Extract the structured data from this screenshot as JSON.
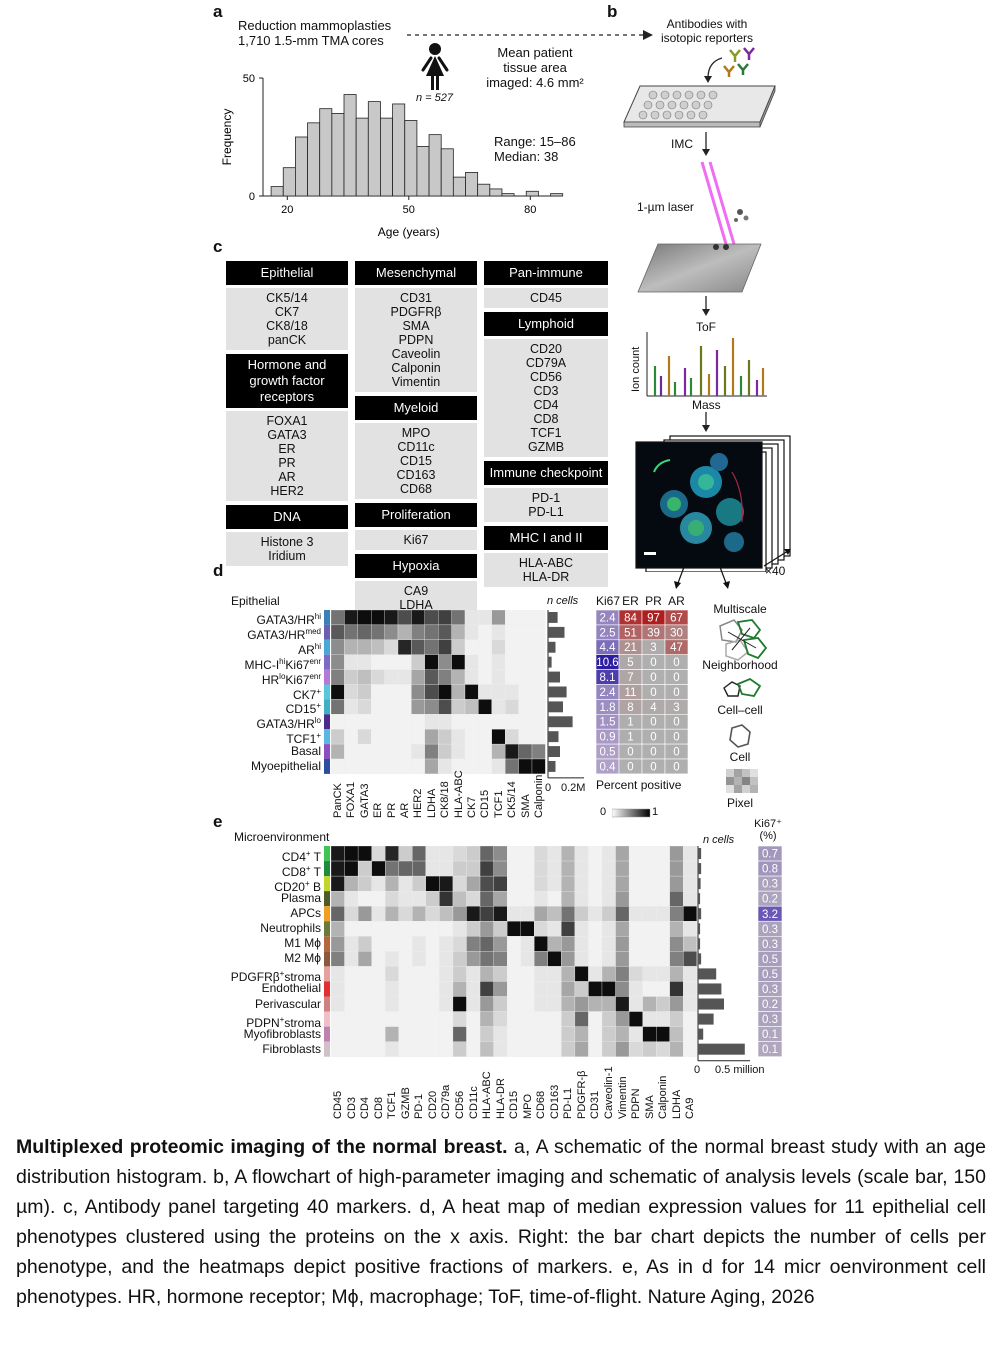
{
  "panel_a": {
    "label": "a",
    "cohort_line1": "Reduction mammoplasties",
    "cohort_line2": "1,710 1.5-mm TMA cores",
    "n_label": "n = 527",
    "tissue_line1": "Mean patient",
    "tissue_line2": "tissue area",
    "tissue_line3": "imaged: 4.6 mm²",
    "range_text": "Range: 15–86",
    "median_text": "Median: 38"
  },
  "panel_b": {
    "label": "b",
    "antibodies_line1": "Antibodies with",
    "antibodies_line2": "isotopic reporters",
    "imc": "IMC",
    "laser": "1-µm laser",
    "tof": "ToF",
    "ion_count": "Ion count",
    "mass": "Mass",
    "x40": "×40",
    "levels": [
      "Multiscale",
      "Neighborhood",
      "Cell–cell",
      "Cell",
      "Pixel"
    ]
  },
  "panel_c": {
    "label": "c",
    "columns": [
      [
        {
          "header": "Epithelial",
          "markers": [
            "CK5/14",
            "CK7",
            "CK8/18",
            "panCK"
          ]
        },
        {
          "header": "Hormone and growth factor receptors",
          "markers": [
            "FOXA1",
            "GATA3",
            "ER",
            "PR",
            "AR",
            "HER2"
          ]
        },
        {
          "header": "DNA",
          "markers": [
            "Histone 3",
            "Iridium"
          ]
        }
      ],
      [
        {
          "header": "Mesenchymal",
          "markers": [
            "CD31",
            "PDGFRβ",
            "SMA",
            "PDPN",
            "Caveolin",
            "Calponin",
            "Vimentin"
          ]
        },
        {
          "header": "Myeloid",
          "markers": [
            "MPO",
            "CD11c",
            "CD15",
            "CD163",
            "CD68"
          ]
        },
        {
          "header": "Proliferation",
          "markers": [
            "Ki67"
          ]
        },
        {
          "header": "Hypoxia",
          "markers": [
            "CA9",
            "LDHA"
          ]
        }
      ],
      [
        {
          "header": "Pan-immune",
          "markers": [
            "CD45"
          ]
        },
        {
          "header": "Lymphoid",
          "markers": [
            "CD20",
            "CD79A",
            "CD56",
            "CD3",
            "CD4",
            "CD8",
            "TCF1",
            "GZMB"
          ]
        },
        {
          "header": "Immune checkpoint",
          "markers": [
            "PD-1",
            "PD-L1"
          ]
        },
        {
          "header": "MHC I and II",
          "markers": [
            "HLA-ABC",
            "HLA-DR"
          ]
        }
      ]
    ]
  },
  "panel_d": {
    "label": "d",
    "group_title": "Epithelial",
    "ncells_title": "n cells",
    "bar_ticks": [
      "0",
      "0.2M"
    ],
    "pct_headers": [
      "Ki67",
      "ER",
      "PR",
      "AR"
    ],
    "pct_title": "Percent positive",
    "scale_ticks": [
      "0",
      "1"
    ]
  },
  "panel_e": {
    "label": "e",
    "group_title": "Microenvironment",
    "ncells_title": "n cells",
    "bar_ticks": [
      "0",
      "0.5 million"
    ],
    "ki67_title": "Ki67⁺ (%)"
  },
  "caption": {
    "bold_lead": "Multiplexed proteomic imaging of the normal breast.",
    "text": " a, A schematic of the normal breast study with an age distribution histogram. b, A flowchart of high-parameter imaging and schematic of analysis levels (scale bar, 150 µm). c, Antibody panel targeting 40 markers. d, A heat map of median expression values for 11 epithelial cell phenotypes clustered using the proteins on the x axis. Right: the bar chart depicts the number of cells per phenotype, and the heatmaps depict positive fractions of markers. e, As in d for 14 micr oenvironment cell phenotypes. HR, hormone receptor; Mϕ, macrophage; ToF, time-of-flight. Nature Aging, 2026"
  },
  "chart_data": [
    {
      "type": "bar",
      "xlabel": "Age (years)",
      "ylabel": "Frequency",
      "xticks": [
        20,
        50,
        80
      ],
      "yticks": [
        0,
        50
      ],
      "ylim": [
        0,
        50
      ],
      "bin_starts": [
        16,
        19,
        22,
        25,
        28,
        31,
        34,
        37,
        40,
        43,
        46,
        49,
        52,
        55,
        58,
        61,
        64,
        67,
        70,
        73,
        76,
        79,
        82,
        85
      ],
      "values": [
        4,
        12,
        25,
        31,
        37,
        35,
        43,
        33,
        40,
        33,
        39,
        32,
        21,
        26,
        20,
        8,
        10,
        5,
        3,
        1,
        0,
        2,
        0,
        1
      ]
    },
    {
      "type": "heatmap",
      "title": "Epithelial",
      "rows": [
        "GATA3/HR hi",
        "GATA3/HR med",
        "AR hi",
        "MHC-I hi Ki67 enr",
        "HR lo Ki67 enr",
        "CK7+",
        "CD15+",
        "GATA3/HR lo",
        "TCF1+",
        "Basal",
        "Myoepithelial"
      ],
      "row_colors": [
        "#3a7fb8",
        "#6a5fb0",
        "#49a8d8",
        "#7c6ac4",
        "#b479d4",
        "#58c8d8",
        "#3fb0c4",
        "#4b2c8c",
        "#5ab7e0",
        "#8b4fc4",
        "#2d4ea0"
      ],
      "cols": [
        "PanCK",
        "FOXA1",
        "GATA3",
        "ER",
        "PR",
        "AR",
        "HER2",
        "LDHA",
        "CK8/18",
        "HLA-ABC",
        "CK7",
        "CD15",
        "TCF1",
        "CK5/14",
        "SMA",
        "Calponin"
      ],
      "values": [
        [
          0.55,
          0.9,
          0.95,
          0.95,
          0.9,
          0.7,
          0.9,
          0.7,
          0.75,
          0.55,
          0.1,
          0.1,
          0.4,
          0.05,
          0.05,
          0.05
        ],
        [
          0.65,
          0.55,
          0.6,
          0.55,
          0.45,
          0.3,
          0.5,
          0.55,
          0.65,
          0.3,
          0.1,
          0.05,
          0.1,
          0.05,
          0.05,
          0.05
        ],
        [
          0.45,
          0.3,
          0.3,
          0.25,
          0.15,
          0.85,
          0.65,
          0.55,
          0.75,
          0.2,
          0.05,
          0.05,
          0.15,
          0.05,
          0.05,
          0.05
        ],
        [
          0.45,
          0.1,
          0.1,
          0.05,
          0.05,
          0.05,
          0.2,
          0.95,
          0.45,
          0.95,
          0.1,
          0.05,
          0.1,
          0.05,
          0.05,
          0.05
        ],
        [
          0.5,
          0.2,
          0.25,
          0.15,
          0.1,
          0.1,
          0.35,
          0.65,
          0.5,
          0.3,
          0.1,
          0.05,
          0.1,
          0.05,
          0.05,
          0.05
        ],
        [
          0.95,
          0.15,
          0.2,
          0.05,
          0.05,
          0.05,
          0.45,
          0.7,
          0.95,
          0.3,
          0.95,
          0.1,
          0.1,
          0.1,
          0.05,
          0.05
        ],
        [
          0.55,
          0.1,
          0.15,
          0.05,
          0.05,
          0.05,
          0.4,
          0.45,
          0.7,
          0.2,
          0.25,
          0.95,
          0.1,
          0.15,
          0.05,
          0.05
        ],
        [
          0.05,
          0.05,
          0.05,
          0.05,
          0.05,
          0.05,
          0.05,
          0.1,
          0.1,
          0.05,
          0.05,
          0.05,
          0.05,
          0.05,
          0.05,
          0.05
        ],
        [
          0.2,
          0.05,
          0.15,
          0.05,
          0.05,
          0.05,
          0.05,
          0.35,
          0.2,
          0.1,
          0.05,
          0.05,
          0.95,
          0.15,
          0.05,
          0.05
        ],
        [
          0.3,
          0.05,
          0.05,
          0.05,
          0.05,
          0.05,
          0.1,
          0.5,
          0.2,
          0.1,
          0.05,
          0.05,
          0.3,
          0.9,
          0.6,
          0.5
        ],
        [
          0.05,
          0.05,
          0.05,
          0.05,
          0.05,
          0.05,
          0.05,
          0.35,
          0.1,
          0.05,
          0.05,
          0.05,
          0.1,
          0.55,
          0.95,
          0.95
        ]
      ],
      "n_cells_rel": [
        0.32,
        0.55,
        0.25,
        0.12,
        0.4,
        0.62,
        0.5,
        0.82,
        0.35,
        0.4,
        0.25
      ],
      "percent_positive": [
        [
          2.4,
          84,
          97,
          67
        ],
        [
          2.5,
          51,
          39,
          30
        ],
        [
          4.4,
          21,
          3,
          47
        ],
        [
          10.6,
          5,
          0,
          0
        ],
        [
          8.1,
          7,
          0,
          0
        ],
        [
          2.4,
          11,
          0,
          0
        ],
        [
          1.8,
          8,
          4,
          3
        ],
        [
          1.5,
          1,
          0,
          0
        ],
        [
          0.9,
          1,
          0,
          0
        ],
        [
          0.5,
          0,
          0,
          0
        ],
        [
          0.4,
          0,
          0,
          0
        ]
      ],
      "scale": [
        0,
        1
      ]
    },
    {
      "type": "heatmap",
      "title": "Microenvironment",
      "rows": [
        "CD4+ T",
        "CD8+ T",
        "CD20+ B",
        "Plasma",
        "APCs",
        "Neutrophils",
        "M1 Mϕ",
        "M2 Mϕ",
        "PDGFRβ+stroma",
        "Endothelial",
        "Perivascular",
        "PDPN+stroma",
        "Myofibroblasts",
        "Fibroblasts"
      ],
      "row_colors": [
        "#3ec454",
        "#1e8c3a",
        "#c2d52a",
        "#4f5a26",
        "#f0a020",
        "#6a7a3a",
        "#b4663c",
        "#8a5a3c",
        "#e6a0a0",
        "#e03030",
        "#d08080",
        "#f0c0c8",
        "#c080b0",
        "#d0c0c8"
      ],
      "cols": [
        "CD45",
        "CD3",
        "CD4",
        "CD8",
        "TCF1",
        "GZMB",
        "PD-1",
        "CD20",
        "CD79a",
        "CD56",
        "CD11c",
        "HLA-ABC",
        "HLA-DR",
        "CD15",
        "MPO",
        "CD68",
        "CD163",
        "PD-L1",
        "PDGFR-β",
        "CD31",
        "Caveolin-1",
        "Vimentin",
        "PDPN",
        "SMA",
        "Calponin",
        "LDHA",
        "CA9"
      ],
      "values": [
        [
          0.9,
          0.95,
          0.95,
          0.15,
          0.85,
          0.2,
          0.6,
          0.1,
          0.1,
          0.15,
          0.2,
          0.6,
          0.45,
          0.05,
          0.05,
          0.15,
          0.1,
          0.3,
          0.1,
          0.05,
          0.1,
          0.35,
          0.05,
          0.05,
          0.05,
          0.4,
          0.1
        ],
        [
          0.9,
          0.95,
          0.2,
          0.95,
          0.55,
          0.6,
          0.6,
          0.1,
          0.1,
          0.2,
          0.2,
          0.75,
          0.45,
          0.05,
          0.05,
          0.15,
          0.1,
          0.3,
          0.1,
          0.05,
          0.1,
          0.35,
          0.05,
          0.05,
          0.05,
          0.4,
          0.1
        ],
        [
          0.9,
          0.3,
          0.2,
          0.1,
          0.3,
          0.1,
          0.2,
          0.95,
          0.9,
          0.15,
          0.35,
          0.7,
          0.75,
          0.05,
          0.05,
          0.15,
          0.1,
          0.3,
          0.1,
          0.05,
          0.1,
          0.35,
          0.05,
          0.05,
          0.05,
          0.4,
          0.1
        ],
        [
          0.3,
          0.1,
          0.05,
          0.05,
          0.15,
          0.1,
          0.1,
          0.2,
          0.8,
          0.25,
          0.15,
          0.6,
          0.35,
          0.05,
          0.05,
          0.1,
          0.05,
          0.3,
          0.1,
          0.05,
          0.1,
          0.4,
          0.05,
          0.05,
          0.05,
          0.6,
          0.1
        ],
        [
          0.6,
          0.15,
          0.4,
          0.1,
          0.3,
          0.15,
          0.3,
          0.15,
          0.25,
          0.4,
          0.9,
          0.75,
          0.9,
          0.1,
          0.1,
          0.35,
          0.25,
          0.55,
          0.2,
          0.1,
          0.2,
          0.6,
          0.1,
          0.1,
          0.1,
          0.5,
          0.95
        ],
        [
          0.3,
          0.05,
          0.05,
          0.05,
          0.05,
          0.05,
          0.05,
          0.05,
          0.05,
          0.1,
          0.2,
          0.4,
          0.2,
          0.95,
          0.95,
          0.15,
          0.1,
          0.75,
          0.1,
          0.05,
          0.1,
          0.35,
          0.05,
          0.05,
          0.05,
          0.3,
          0.1
        ],
        [
          0.4,
          0.1,
          0.2,
          0.05,
          0.05,
          0.05,
          0.1,
          0.05,
          0.1,
          0.15,
          0.5,
          0.6,
          0.4,
          0.05,
          0.1,
          0.95,
          0.3,
          0.4,
          0.1,
          0.05,
          0.1,
          0.4,
          0.05,
          0.05,
          0.05,
          0.45,
          0.25
        ],
        [
          0.5,
          0.1,
          0.35,
          0.05,
          0.1,
          0.05,
          0.1,
          0.05,
          0.1,
          0.2,
          0.4,
          0.55,
          0.5,
          0.05,
          0.1,
          0.5,
          0.95,
          0.4,
          0.1,
          0.05,
          0.1,
          0.4,
          0.05,
          0.05,
          0.05,
          0.5,
          0.7
        ],
        [
          0.1,
          0.05,
          0.05,
          0.05,
          0.15,
          0.05,
          0.05,
          0.05,
          0.1,
          0.2,
          0.1,
          0.3,
          0.2,
          0.05,
          0.05,
          0.1,
          0.1,
          0.3,
          0.95,
          0.1,
          0.3,
          0.5,
          0.15,
          0.1,
          0.1,
          0.3,
          0.1
        ],
        [
          0.1,
          0.05,
          0.05,
          0.05,
          0.1,
          0.05,
          0.05,
          0.05,
          0.1,
          0.3,
          0.1,
          0.75,
          0.4,
          0.05,
          0.05,
          0.1,
          0.1,
          0.35,
          0.2,
          0.95,
          0.95,
          0.45,
          0.1,
          0.05,
          0.05,
          0.8,
          0.1
        ],
        [
          0.1,
          0.05,
          0.05,
          0.05,
          0.1,
          0.05,
          0.05,
          0.05,
          0.1,
          0.95,
          0.1,
          0.4,
          0.2,
          0.05,
          0.05,
          0.1,
          0.1,
          0.3,
          0.4,
          0.3,
          0.3,
          0.9,
          0.1,
          0.3,
          0.2,
          0.4,
          0.1
        ],
        [
          0.05,
          0.05,
          0.05,
          0.05,
          0.05,
          0.05,
          0.05,
          0.05,
          0.05,
          0.15,
          0.05,
          0.3,
          0.15,
          0.05,
          0.05,
          0.05,
          0.05,
          0.2,
          0.6,
          0.05,
          0.2,
          0.4,
          0.95,
          0.1,
          0.1,
          0.2,
          0.05
        ],
        [
          0.05,
          0.05,
          0.05,
          0.05,
          0.3,
          0.05,
          0.05,
          0.05,
          0.05,
          0.6,
          0.05,
          0.2,
          0.1,
          0.05,
          0.05,
          0.05,
          0.05,
          0.2,
          0.3,
          0.05,
          0.2,
          0.3,
          0.1,
          0.95,
          0.95,
          0.25,
          0.05
        ],
        [
          0.05,
          0.05,
          0.05,
          0.05,
          0.1,
          0.05,
          0.05,
          0.05,
          0.05,
          0.2,
          0.05,
          0.25,
          0.1,
          0.05,
          0.05,
          0.05,
          0.05,
          0.2,
          0.35,
          0.05,
          0.2,
          0.4,
          0.15,
          0.2,
          0.15,
          0.3,
          0.05
        ]
      ],
      "n_cells_rel": [
        0.06,
        0.06,
        0.05,
        0.04,
        0.06,
        0.04,
        0.04,
        0.06,
        0.35,
        0.45,
        0.5,
        0.3,
        0.1,
        0.9
      ],
      "ki67_percent": [
        0.7,
        0.8,
        0.3,
        0.2,
        3.2,
        0.3,
        0.3,
        0.5,
        0.5,
        0.3,
        0.2,
        0.3,
        0.1,
        0.1
      ]
    }
  ]
}
